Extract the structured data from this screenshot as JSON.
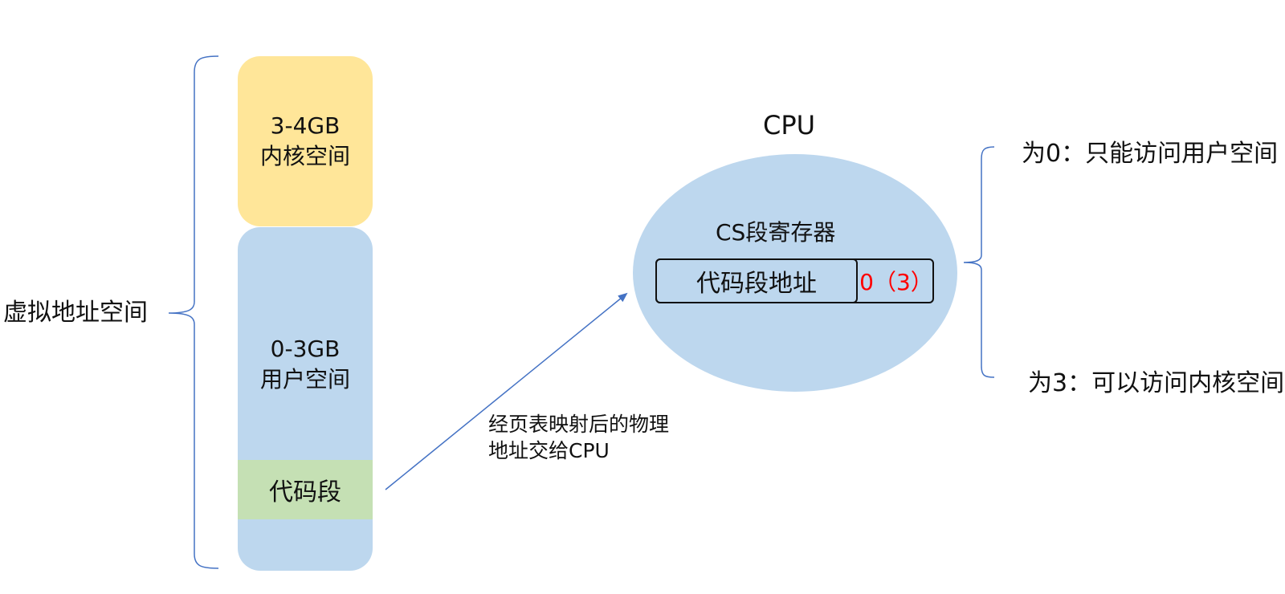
{
  "virtual_address_space": {
    "label": "虚拟地址空间",
    "kernel_space": {
      "range": "3-4GB",
      "name": "内核空间",
      "color": "#ffe699"
    },
    "user_space": {
      "range": "0-3GB",
      "name": "用户空间",
      "color": "#bdd7ee"
    },
    "code_segment": {
      "label": "代码段",
      "color": "#c5e0b4"
    }
  },
  "mapping": {
    "caption_line1": "经页表映射后的物理",
    "caption_line2": "地址交给CPU"
  },
  "cpu": {
    "label": "CPU",
    "color": "#bdd7ee",
    "cs_register": {
      "label": "CS段寄存器",
      "address_field": "代码段地址",
      "privilege_field": "0（3）",
      "privilege_color": "#ff0000"
    }
  },
  "privilege_levels": {
    "ring0": "为0：只能访问用户空间",
    "ring3": "为3：可以访问内核空间"
  },
  "colors": {
    "connector": "#4472c4"
  }
}
